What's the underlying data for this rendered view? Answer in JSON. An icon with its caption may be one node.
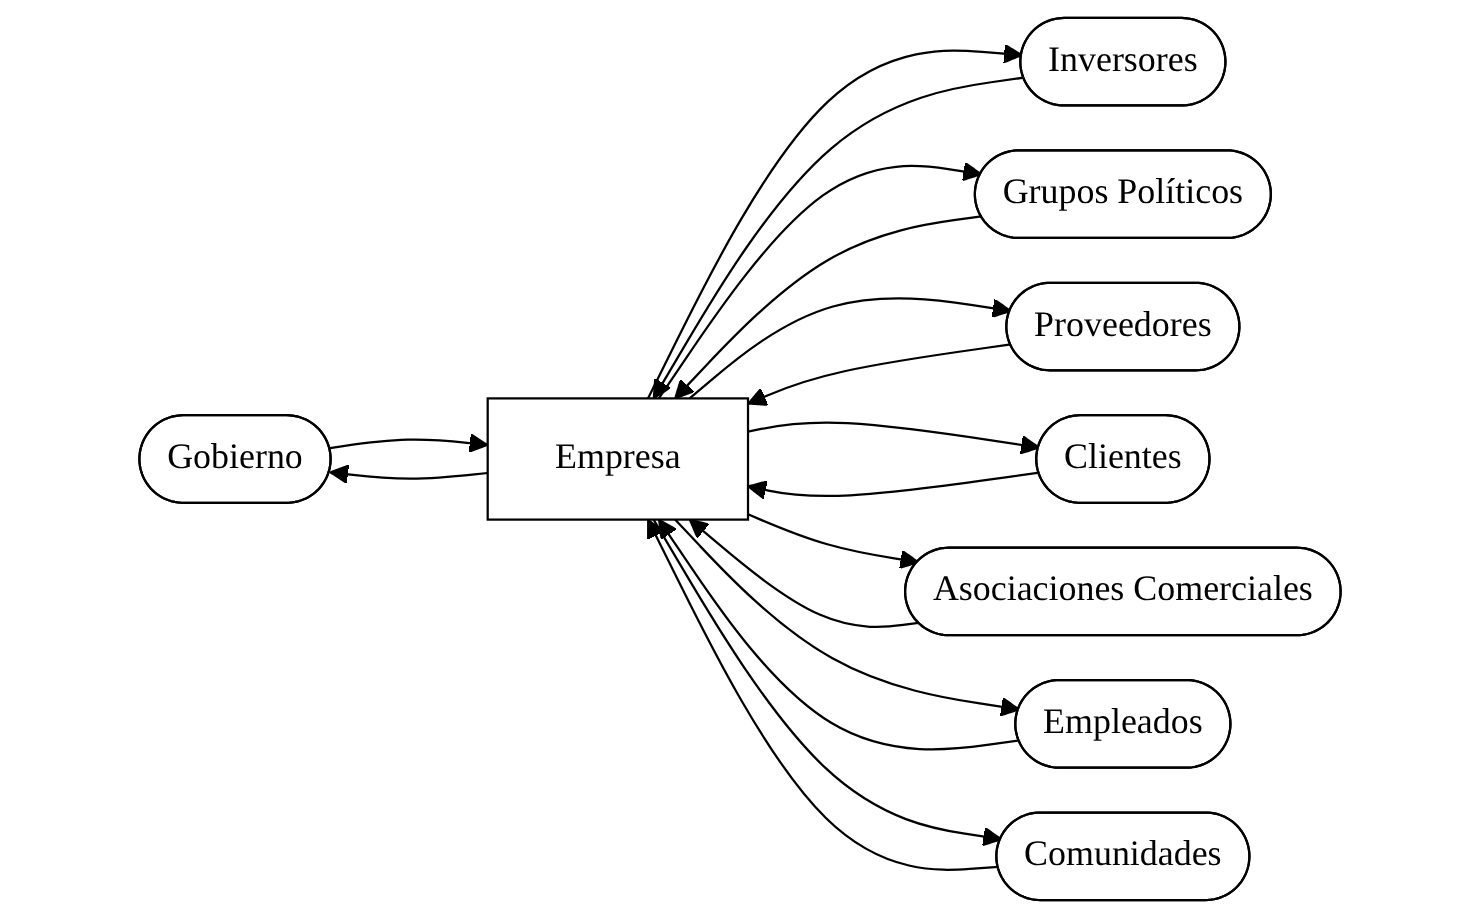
{
  "diagram": {
    "nodes": [
      {
        "text": [
          "Gobierno"
        ]
      },
      {
        "text": [
          "Inversores"
        ]
      },
      {
        "text": [
          "Grupos Políticos"
        ]
      },
      {
        "text": [
          "Proveedores"
        ]
      },
      {
        "text": [
          "Empresa"
        ]
      },
      {
        "text": [
          "Clientes"
        ]
      },
      {
        "text": [
          "Asociaciones Comerciales"
        ]
      },
      {
        "text": [
          "Empleados"
        ]
      },
      {
        "text": [
          "Comunidades"
        ]
      }
    ],
    "edges": [
      {
        "from": 0,
        "to": 4,
        "arrow": "to"
      },
      {
        "from": 4,
        "to": 0,
        "arrow": "to"
      },
      {
        "from": 4,
        "to": 1,
        "arrow": "to"
      },
      {
        "from": 1,
        "to": 4,
        "arrow": "to"
      },
      {
        "from": 4,
        "to": 2,
        "arrow": "to"
      },
      {
        "from": 2,
        "to": 4,
        "arrow": "to"
      },
      {
        "from": 3,
        "to": 4,
        "arrow": "to"
      },
      {
        "from": 4,
        "to": 3,
        "arrow": "to"
      },
      {
        "from": 4,
        "to": 5,
        "arrow": "to"
      },
      {
        "from": 5,
        "to": 4,
        "arrow": "to"
      },
      {
        "from": 6,
        "to": 4,
        "arrow": "to"
      },
      {
        "from": 4,
        "to": 6,
        "arrow": "to"
      },
      {
        "from": 7,
        "to": 4,
        "arrow": "to"
      },
      {
        "from": 4,
        "to": 7,
        "arrow": "to"
      },
      {
        "from": 4,
        "to": 8,
        "arrow": "to"
      },
      {
        "from": 8,
        "to": 4,
        "arrow": "to"
      }
    ]
  }
}
